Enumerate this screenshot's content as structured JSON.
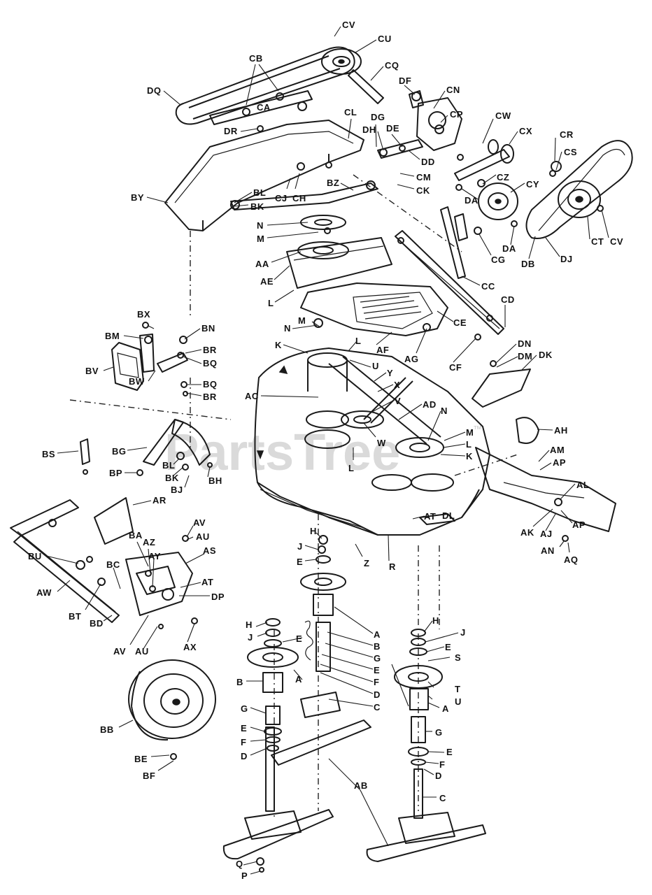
{
  "watermark": {
    "text": "PartsTree",
    "trademark": "™"
  },
  "labels": {
    "CV_top": "CV",
    "CU": "CU",
    "CQ": "CQ",
    "CB": "CB",
    "DQ": "DQ",
    "CA": "CA",
    "DR": "DR",
    "DF": "DF",
    "CN": "CN",
    "CP": "CP",
    "CL": "CL",
    "DG": "DG",
    "DH": "DH",
    "DE": "DE",
    "DD": "DD",
    "CM": "CM",
    "CK": "CK",
    "CW": "CW",
    "CX": "CX",
    "CR": "CR",
    "CS": "CS",
    "CZ": "CZ",
    "CY": "CY",
    "DA_1": "DA",
    "DA_2": "DA",
    "DB": "DB",
    "DJ": "DJ",
    "CT": "CT",
    "CV_right": "CV",
    "CG": "CG",
    "BY": "BY",
    "BL_top": "BL",
    "BK_top": "BK",
    "CJ": "CJ",
    "CH": "CH",
    "BZ": "BZ",
    "N_top": "N",
    "M_top": "M",
    "AA": "AA",
    "AE": "AE",
    "L_top": "L",
    "CC": "CC",
    "CD": "CD",
    "CE": "CE",
    "AF": "AF",
    "AG": "AG",
    "CF": "CF",
    "DN": "DN",
    "DM": "DM",
    "DK": "DK",
    "BX": "BX",
    "BN": "BN",
    "BM": "BM",
    "BR_1": "BR",
    "BQ_1": "BQ",
    "BV": "BV",
    "BW": "BW",
    "BQ_2": "BQ",
    "BR_2": "BR",
    "N_mid": "N",
    "M_mid": "M",
    "K_mid": "K",
    "L_mid": "L",
    "U_mid": "U",
    "Y": "Y",
    "X": "X",
    "AC": "AC",
    "V": "V",
    "AD": "AD",
    "N_right": "N",
    "M_right": "M",
    "L_right": "L",
    "K_right": "K",
    "W": "W",
    "L_center": "L",
    "AH": "AH",
    "AM": "AM",
    "AP_1": "AP",
    "AL": "AL",
    "BS": "BS",
    "BG": "BG",
    "BP": "BP",
    "BL_low": "BL",
    "BK_low": "BK",
    "BJ": "BJ",
    "BH": "BH",
    "AR": "AR",
    "AT_deck": "AT",
    "DL": "DL",
    "AK": "AK",
    "AJ": "AJ",
    "AP_2": "AP",
    "AN": "AN",
    "AQ": "AQ",
    "AV_top": "AV",
    "AU_top": "AU",
    "BA": "BA",
    "AZ": "AZ",
    "AY": "AY",
    "AS": "AS",
    "BU": "BU",
    "BC": "BC",
    "AT": "AT",
    "DP": "DP",
    "AW": "AW",
    "BT": "BT",
    "BD": "BD",
    "AV_low": "AV",
    "AU_low": "AU",
    "AX": "AX",
    "H_c": "H",
    "J_c": "J",
    "E_c": "E",
    "Z": "Z",
    "R": "R",
    "A_c": "A",
    "B_c": "B",
    "G_c": "G",
    "E_c2": "E",
    "F_c": "F",
    "D_c": "D",
    "C_c": "C",
    "H_l": "H",
    "J_l": "J",
    "E_l": "E",
    "B_l": "B",
    "A_l": "A",
    "G_l": "G",
    "E_l2": "E",
    "F_l": "F",
    "D_l": "D",
    "H_r": "H",
    "J_r": "J",
    "E_r": "E",
    "S": "S",
    "T": "T",
    "U_r": "U",
    "A_r": "A",
    "G_r": "G",
    "E_r2": "E",
    "F_r": "F",
    "D_r": "D",
    "C_r": "C",
    "AB": "AB",
    "BB": "BB",
    "BE": "BE",
    "BF": "BF",
    "Q": "Q",
    "P": "P"
  }
}
